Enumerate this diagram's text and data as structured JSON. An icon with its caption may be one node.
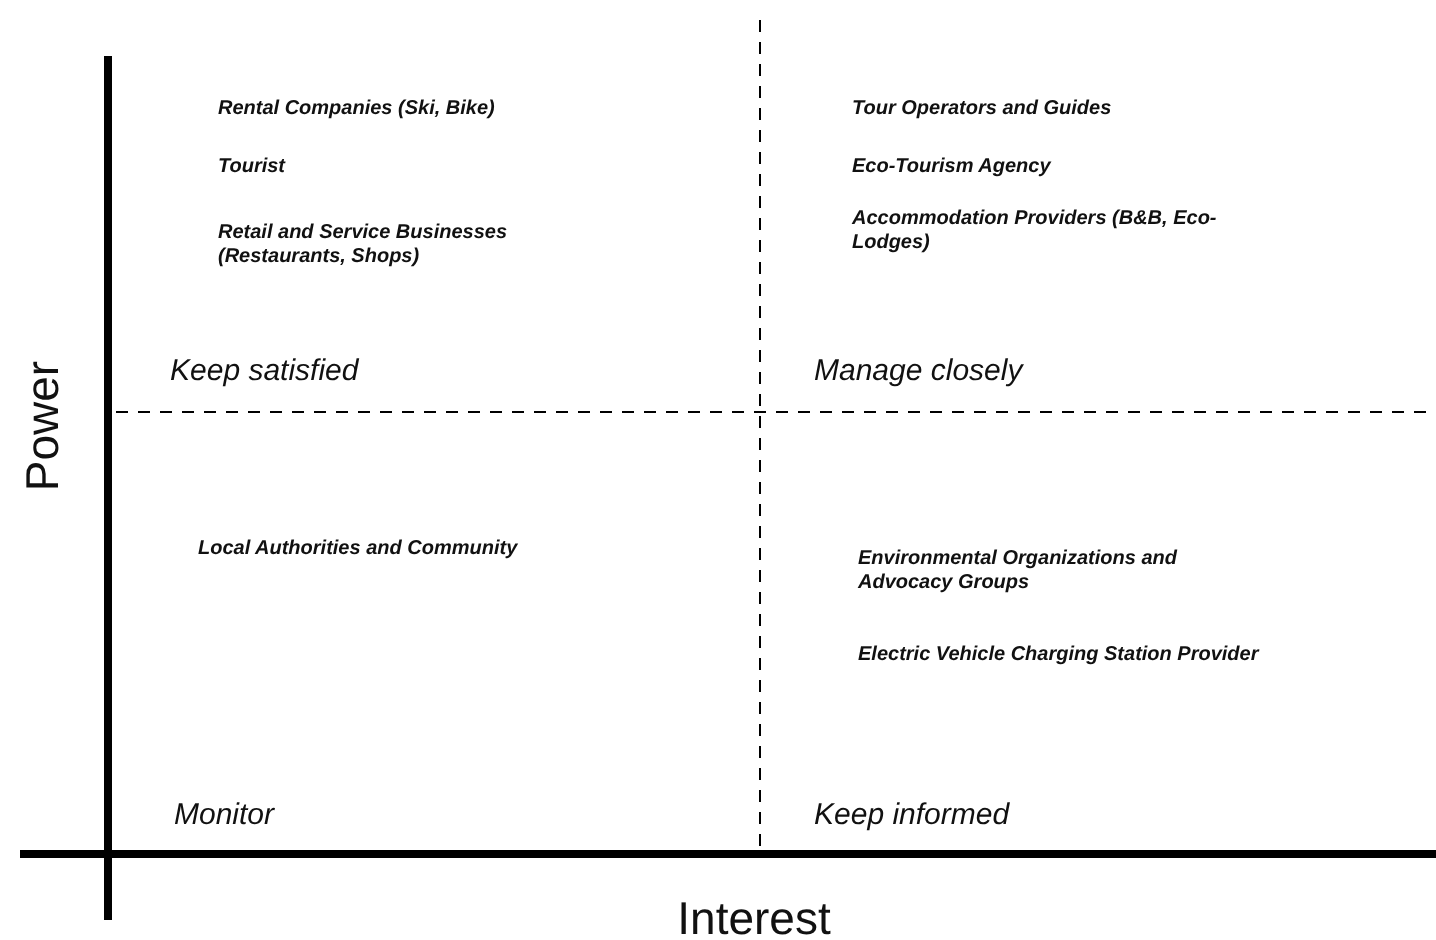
{
  "diagram": {
    "labels": [
      "Rental Companies (Ski, Bike)",
      "Tourist",
      "Retail and Service Businesses (Restaurants, Shops)",
      "Keep satisfied",
      "Tour Operators and Guides",
      "Eco-Tourism Agency",
      "Accommodation Providers (B&B, Eco-Lodges)",
      "Manage closely",
      "Power",
      "Local Authorities and Community",
      "Monitor",
      "Environmental Organizations and Advocacy Groups",
      "Electric Vehicle Charging Station Provider",
      "Keep informed",
      "Interest"
    ]
  }
}
